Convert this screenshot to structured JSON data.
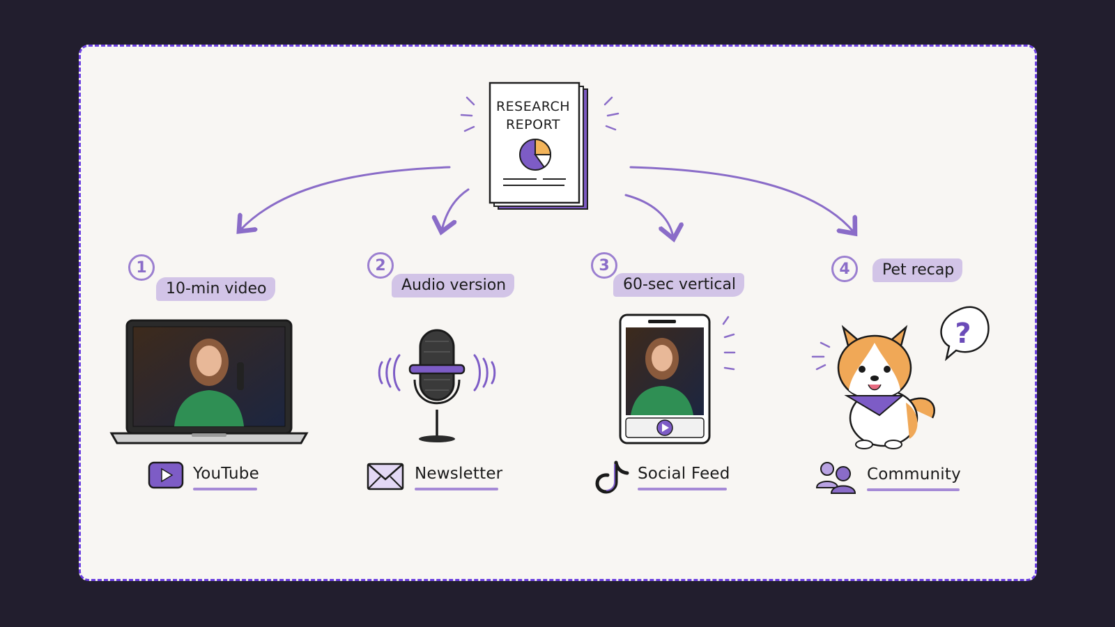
{
  "report": {
    "title_line1": "RESEARCH",
    "title_line2": "REPORT"
  },
  "outputs": [
    {
      "step": "1",
      "tag": "10-min video",
      "channel": "YouTube"
    },
    {
      "step": "2",
      "tag": "Audio version",
      "channel": "Newsletter"
    },
    {
      "step": "3",
      "tag": "60-sec vertical",
      "channel": "Social Feed"
    },
    {
      "step": "4",
      "tag": "Pet recap",
      "channel": "Community"
    }
  ],
  "colors": {
    "accent": "#8a6cc8",
    "frame": "#6b3fe0",
    "background": "#221e2e",
    "canvas": "#f8f6f3"
  },
  "icons": [
    "play-icon",
    "envelope-icon",
    "tiktok-icon",
    "people-icon",
    "microphone-icon",
    "corgi-icon",
    "question-bubble-icon"
  ]
}
